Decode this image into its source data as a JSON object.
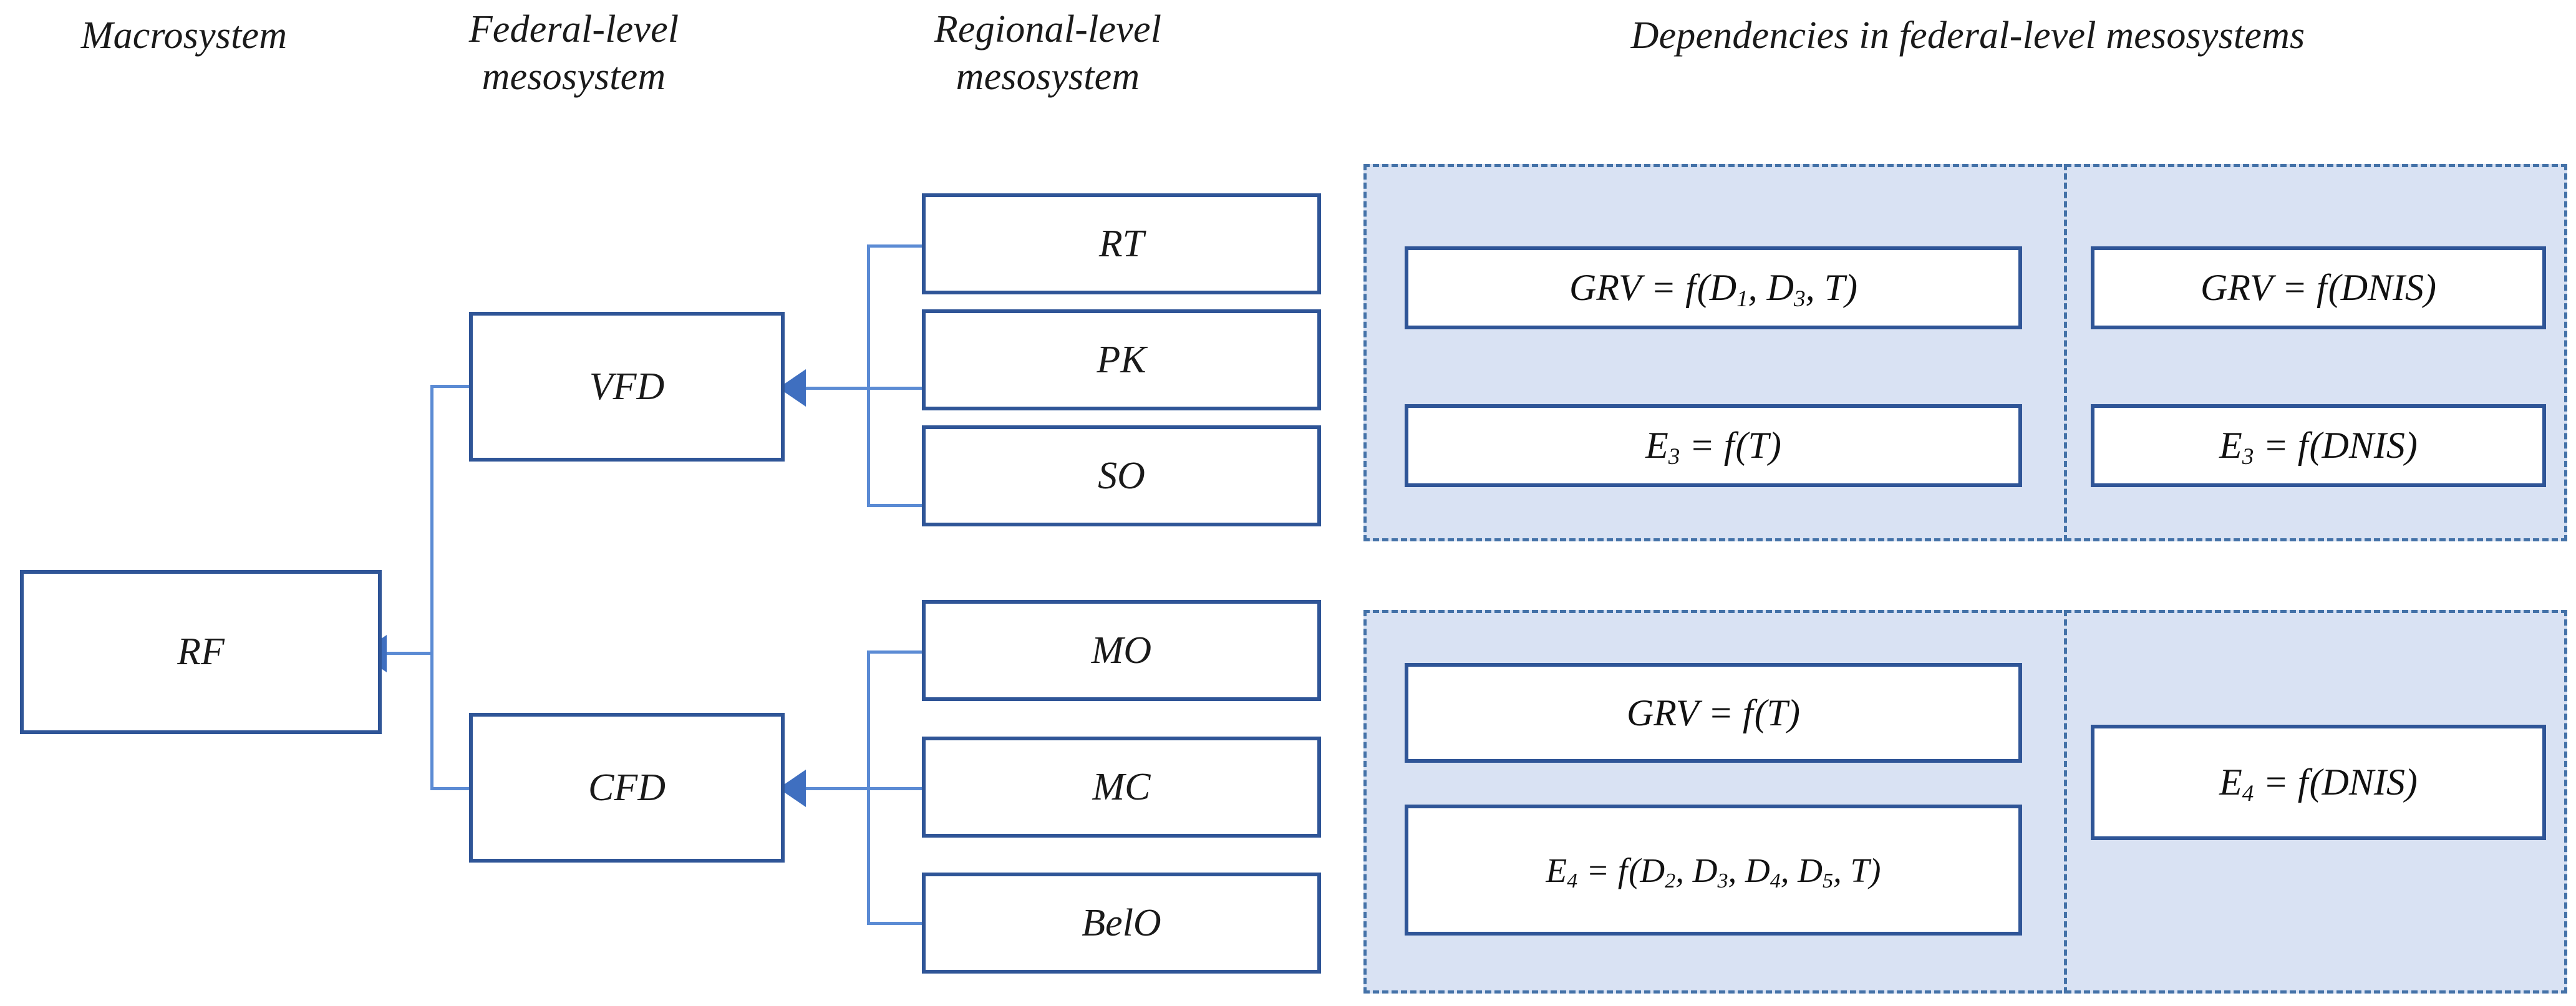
{
  "headers": {
    "macrosystem": "Macrosystem",
    "federal": "Federal-level\nmesosystem",
    "federal_line1": "Federal-level",
    "federal_line2": "mesosystem",
    "regional_line1": "Regional-level",
    "regional_line2": "mesosystem",
    "dependencies": "Dependencies in federal-level mesosystems"
  },
  "nodes": {
    "macrosystem": "RF",
    "federal": [
      {
        "label": "VFD"
      },
      {
        "label": "CFD"
      }
    ],
    "regional_vfd": [
      {
        "label": "RT"
      },
      {
        "label": "PK"
      },
      {
        "label": "SO"
      }
    ],
    "regional_cfd": [
      {
        "label": "MO"
      },
      {
        "label": "MC"
      },
      {
        "label": "BelO"
      }
    ]
  },
  "dependencies": {
    "vfd_panel": {
      "left": [
        {
          "lhs": "GRV",
          "lhs_sub": "",
          "rhs": "(D1, D3, T)",
          "full": "GRV = f (D1, D3, T)"
        },
        {
          "lhs": "E",
          "lhs_sub": "3",
          "rhs": "(T)",
          "full": "E3 = f (T)"
        }
      ],
      "right": [
        {
          "lhs": "GRV",
          "lhs_sub": "",
          "rhs": "(DNIS)",
          "full": "GRV = f (DNIS)"
        },
        {
          "lhs": "E",
          "lhs_sub": "3",
          "rhs": "(DNIS)",
          "full": "E3 = f (DNIS)"
        }
      ]
    },
    "cfd_panel": {
      "left": [
        {
          "lhs": "GRV",
          "lhs_sub": "",
          "rhs": "(T)",
          "full": "GRV = f (T)"
        },
        {
          "lhs": "E",
          "lhs_sub": "4",
          "rhs": "(D2, D3, D4, D5, T)",
          "full": "E4 = f (D2, D3, D4, D5, T)"
        }
      ],
      "right": [
        {
          "lhs": "E",
          "lhs_sub": "4",
          "rhs": "(DNIS)",
          "full": "E4 = f (DNIS)"
        }
      ]
    }
  },
  "symbols": {
    "equals": "=",
    "function": "f"
  },
  "colors": {
    "node_border": "#2f5597",
    "connector": "#5b8bd4",
    "arrow": "#3f6fc0",
    "panel_fill": "#d9e2f3",
    "panel_border": "#4472a8",
    "text": "#1a1a1a",
    "background": "#ffffff"
  }
}
